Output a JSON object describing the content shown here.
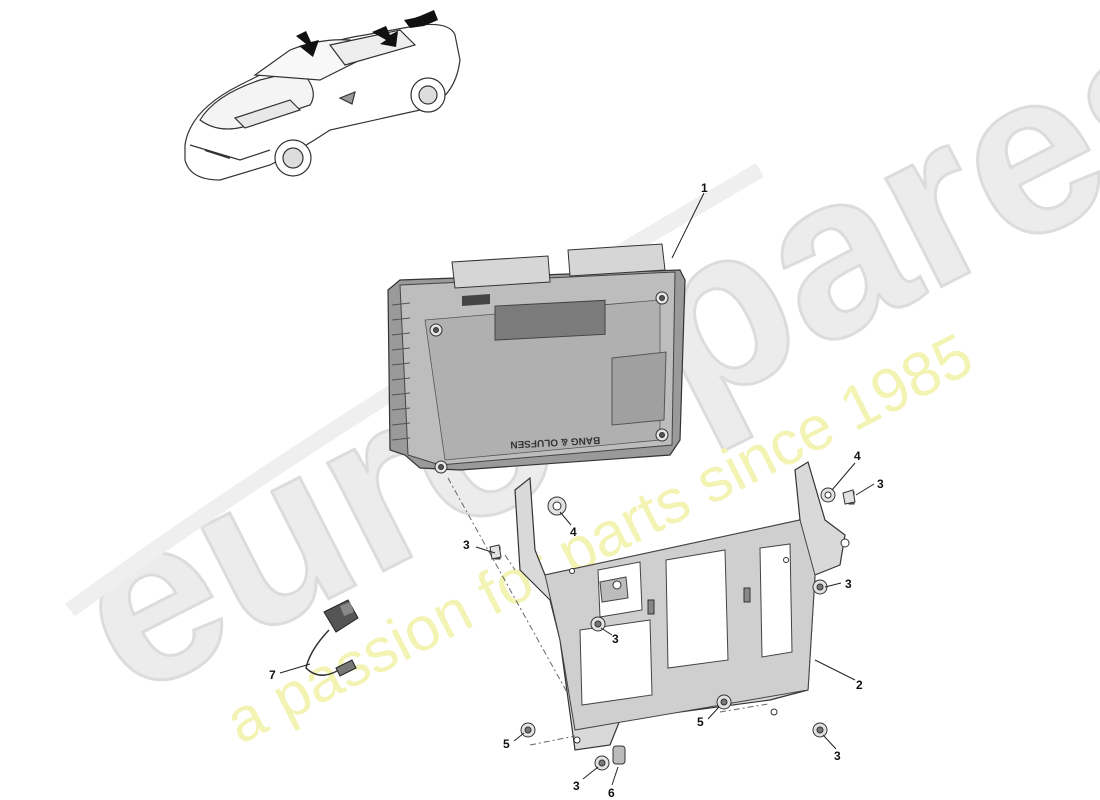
{
  "watermark": {
    "brand": "eurospares",
    "tagline": "a passion for parts since 1985"
  },
  "module": {
    "brand_text": "BANG & OLUFSEN"
  },
  "callouts": [
    {
      "id": "c1",
      "number": "1"
    },
    {
      "id": "c2",
      "number": "2"
    },
    {
      "id": "c3a",
      "number": "3"
    },
    {
      "id": "c3b",
      "number": "3"
    },
    {
      "id": "c3c",
      "number": "3"
    },
    {
      "id": "c3d",
      "number": "3"
    },
    {
      "id": "c3e",
      "number": "3"
    },
    {
      "id": "c3f",
      "number": "3"
    },
    {
      "id": "c4a",
      "number": "4"
    },
    {
      "id": "c4b",
      "number": "4"
    },
    {
      "id": "c5a",
      "number": "5"
    },
    {
      "id": "c5b",
      "number": "5"
    },
    {
      "id": "c6",
      "number": "6"
    },
    {
      "id": "c7",
      "number": "7"
    }
  ],
  "icons": [
    "car-overview-illustration",
    "amplifier-module",
    "mounting-bracket",
    "fastener-bolt",
    "washer-nut",
    "wiring-harness-connector",
    "locator-arrow"
  ]
}
